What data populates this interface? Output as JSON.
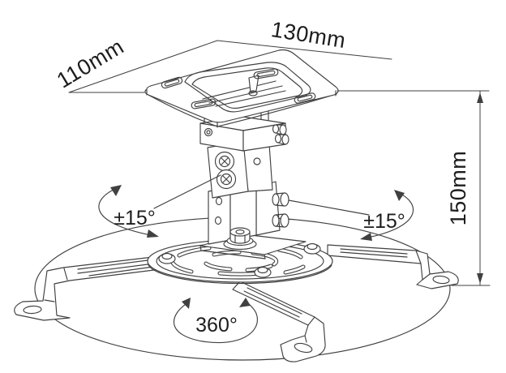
{
  "colors": {
    "line": "#404040",
    "text": "#1d1d1d",
    "background": "#ffffff"
  },
  "dimensions": {
    "plate_depth": "110mm",
    "plate_width": "130mm",
    "drop_height": "150mm"
  },
  "angles": {
    "tilt_left": "±15°",
    "tilt_right": "±15°",
    "swivel": "360°"
  }
}
